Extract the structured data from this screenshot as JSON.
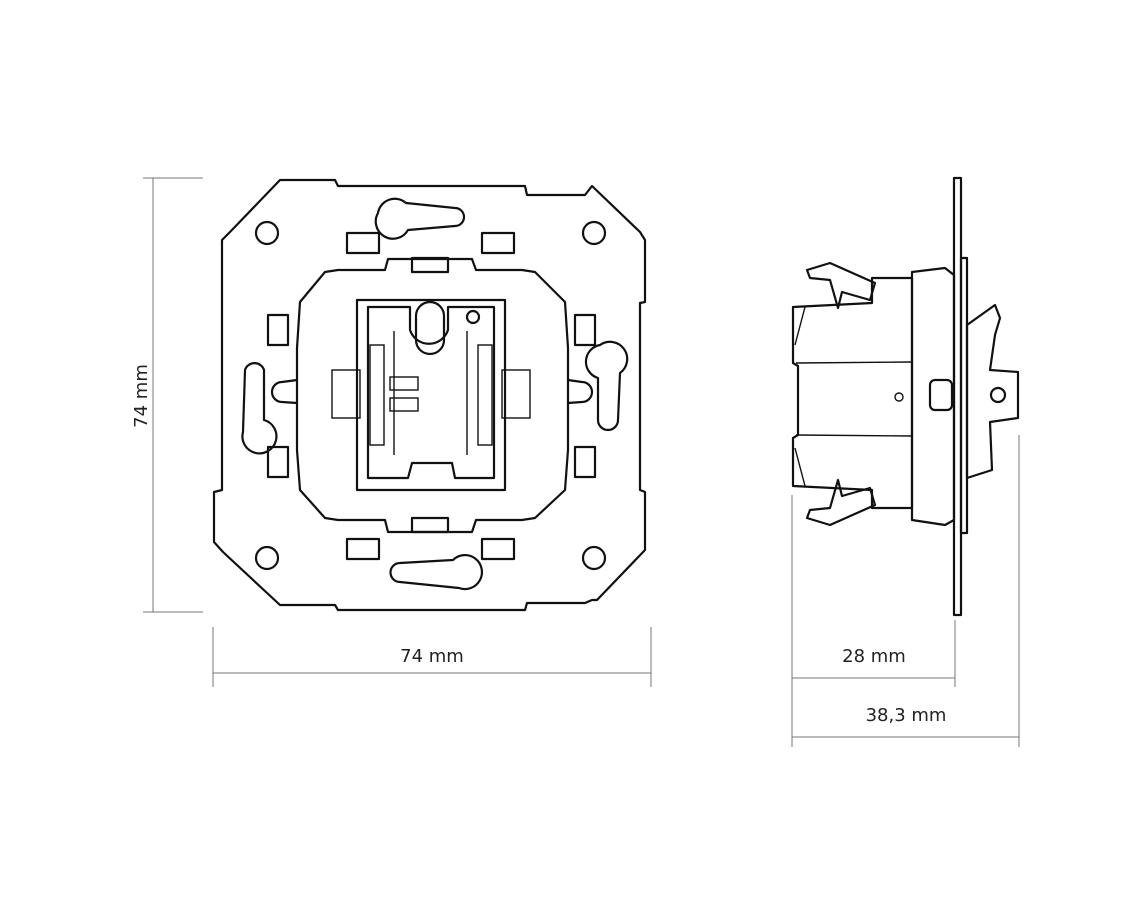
{
  "dimensions": {
    "front_height": "74 mm",
    "front_width": "74 mm",
    "side_depth": "28 mm",
    "side_total_depth": "38,3 mm"
  },
  "colors": {
    "line": "#111111",
    "dimension_line": "#777777",
    "background": "#ffffff"
  }
}
